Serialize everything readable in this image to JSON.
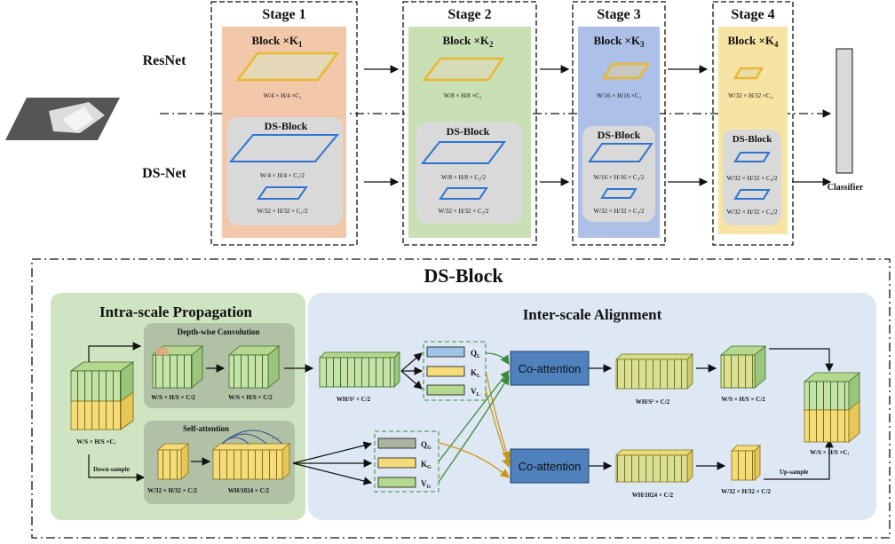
{
  "top": {
    "stages": [
      {
        "title": "Stage 1",
        "block": "Block ×K",
        "k_sub": "1",
        "resnet_dim": "W/4 × H/4 ×C₁",
        "ds_block": "DS-Block",
        "ds_dim1": "W/4 × H/4 × C₁/2",
        "ds_dim2": "W/32 × H/32 × C₁/2"
      },
      {
        "title": "Stage 2",
        "block": "Block ×K",
        "k_sub": "2",
        "resnet_dim": "W/8 × H/8 ×C₂",
        "ds_block": "DS-Block",
        "ds_dim1": "W/8 × H/8 × C₂/2",
        "ds_dim2": "W/32 × H/32 × C₂/2"
      },
      {
        "title": "Stage 3",
        "block": "Block ×K",
        "k_sub": "3",
        "resnet_dim": "W/16 × H/16 ×C₃",
        "ds_block": "DS-Block",
        "ds_dim1": "W/16 × H/16 × C₃/2",
        "ds_dim2": "W/32 × H/32 × C₃/2"
      },
      {
        "title": "Stage 4",
        "block": "Block ×K",
        "k_sub": "4",
        "resnet_dim": "W/32 × H/32 ×C₄",
        "ds_block": "DS-Block",
        "ds_dim1": "W/32 × H/32 × C₄/2",
        "ds_dim2": "W/32 × H/32 × C₄/2"
      }
    ],
    "resnet_label": "ResNet",
    "dsnet_label": "DS-Net",
    "classifier_label": "Classifier"
  },
  "bottom": {
    "title": "DS-Block",
    "intra": {
      "title": "Intra-scale Propagation",
      "depthwise": "Depth-wise Convolution",
      "selfattn": "Self-attention",
      "downsample": "Down-sample",
      "input_dim": "W/S × H/S ×Cᵢ",
      "dw_dim1": "W/S × H/S × C/2",
      "dw_dim2": "W/S × H/S × C/2",
      "sa_dim1": "W/32 × H/32 × C/2",
      "sa_dim2": "WH/1024 × C/2"
    },
    "inter": {
      "title": "Inter-scale Alignment",
      "local_dim": "WH/S² × C/2",
      "ql": "Q",
      "ql_sub": "L",
      "kl": "K",
      "kl_sub": "L",
      "vl": "V",
      "vl_sub": "L",
      "qg": "Q",
      "qg_sub": "G",
      "kg": "K",
      "kg_sub": "G",
      "vg": "V",
      "vg_sub": "G",
      "coattn1": "Co-attention",
      "coattn2": "Co-attention",
      "out1_dim": "WH/S² × C/2",
      "out2_dim": "WH/1024 × C/2",
      "cube1_dim": "W/S × H/S × C/2",
      "cube2_dim": "W/32 × H/32 × C/2",
      "final_dim": "W/S × H/S ×Cᵢ",
      "upsample": "Up-sample"
    }
  },
  "colors": {
    "stage1": "#f3c7aa",
    "stage2": "#c9e0b4",
    "stage3": "#adc0e8",
    "stage4": "#f7e3a3",
    "green_panel": "#cfe4c0",
    "blue_panel": "#dde8f4",
    "coattn": "#4f81bd"
  }
}
